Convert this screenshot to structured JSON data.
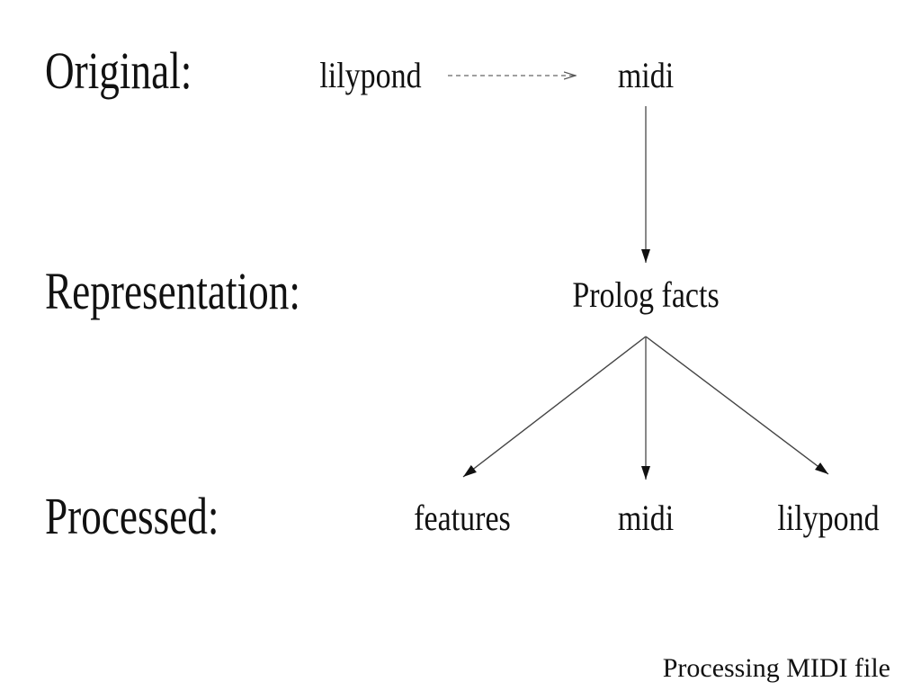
{
  "rows": {
    "original": "Original:",
    "representation": "Representation:",
    "processed": "Processed:"
  },
  "nodes": {
    "lilypond_source": "lilypond",
    "midi_source": "midi",
    "prolog_facts": "Prolog facts",
    "features_output": "features",
    "midi_output": "midi",
    "lilypond_output": "lilypond"
  },
  "edges": [
    {
      "from": "lilypond_source",
      "to": "midi_source",
      "style": "dashed"
    },
    {
      "from": "midi_source",
      "to": "prolog_facts",
      "style": "solid"
    },
    {
      "from": "prolog_facts",
      "to": "features_output",
      "style": "solid"
    },
    {
      "from": "prolog_facts",
      "to": "midi_output",
      "style": "solid"
    },
    {
      "from": "prolog_facts",
      "to": "lilypond_output",
      "style": "solid"
    }
  ],
  "caption": "Processing MIDI file"
}
